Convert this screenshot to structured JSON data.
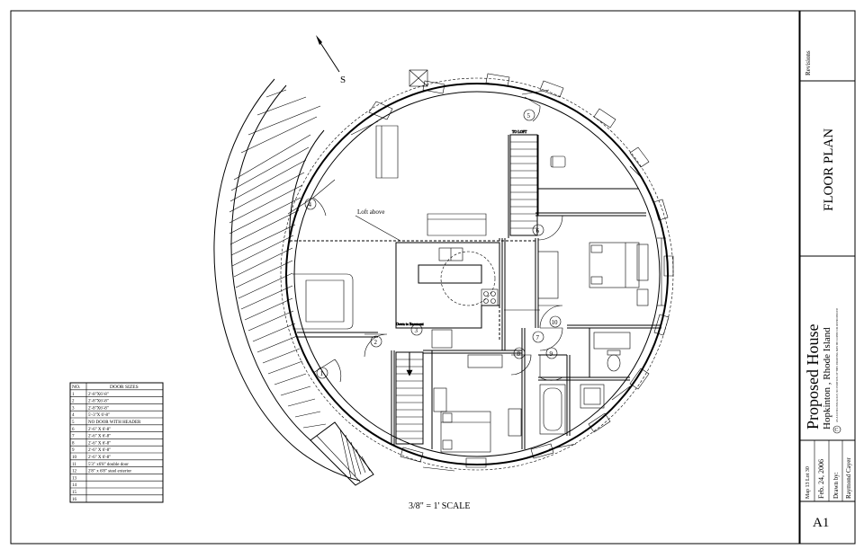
{
  "north_label": "S",
  "loft_label": "Loft above",
  "to_loft": "TO LOFT",
  "down_to_basement": "Down to Basement",
  "scale": "3/8\" = 1' SCALE",
  "door_schedule": {
    "header_no": "NO.",
    "header_size": "DOOR SIZES",
    "rows": [
      {
        "no": "1",
        "size": "2'-8\"X6'-8\""
      },
      {
        "no": "2",
        "size": "2'-8\"X6'-8\""
      },
      {
        "no": "3",
        "size": "2'-8\"X6'-8\""
      },
      {
        "no": "4",
        "size": "5'-3\"X 6'-8\""
      },
      {
        "no": "5",
        "size": "NO DOOR WITH HEADER"
      },
      {
        "no": "6",
        "size": "2'-6\" X 6'-8\""
      },
      {
        "no": "7",
        "size": "2'-6\" X 6'-8\""
      },
      {
        "no": "8",
        "size": "2'-6\" X 6'-8\""
      },
      {
        "no": "9",
        "size": "2'-6\" X 6'-8\""
      },
      {
        "no": "10",
        "size": "2'-6\" X 6'-8\""
      },
      {
        "no": "11",
        "size": "5'3\" x6'8\" double door"
      },
      {
        "no": "12",
        "size": "2'8\" x 6'8\" steel exterior"
      },
      {
        "no": "13",
        "size": ""
      },
      {
        "no": "14",
        "size": ""
      },
      {
        "no": "15",
        "size": ""
      },
      {
        "no": "16",
        "size": ""
      }
    ]
  },
  "door_tags": [
    "1",
    "2",
    "3",
    "4",
    "5",
    "6",
    "7",
    "8",
    "9",
    "10"
  ],
  "title_block": {
    "revisions": "Revisions",
    "sheet_title": "FLOOR PLAN",
    "project": "Proposed House",
    "location": "Hopkinton , Rhode Island",
    "copyright": "AS A CONCONSOLOGY, NO PORTION OF THIS DRAWING MAY BE COPIED OR REPRODUCED",
    "map_lot": "Map 13 Lot 30",
    "date": "Feb. 24, 2006",
    "drawn_by": "Drawn by:",
    "drafter": "Raymond Cayer",
    "sheet_no": "A1"
  }
}
